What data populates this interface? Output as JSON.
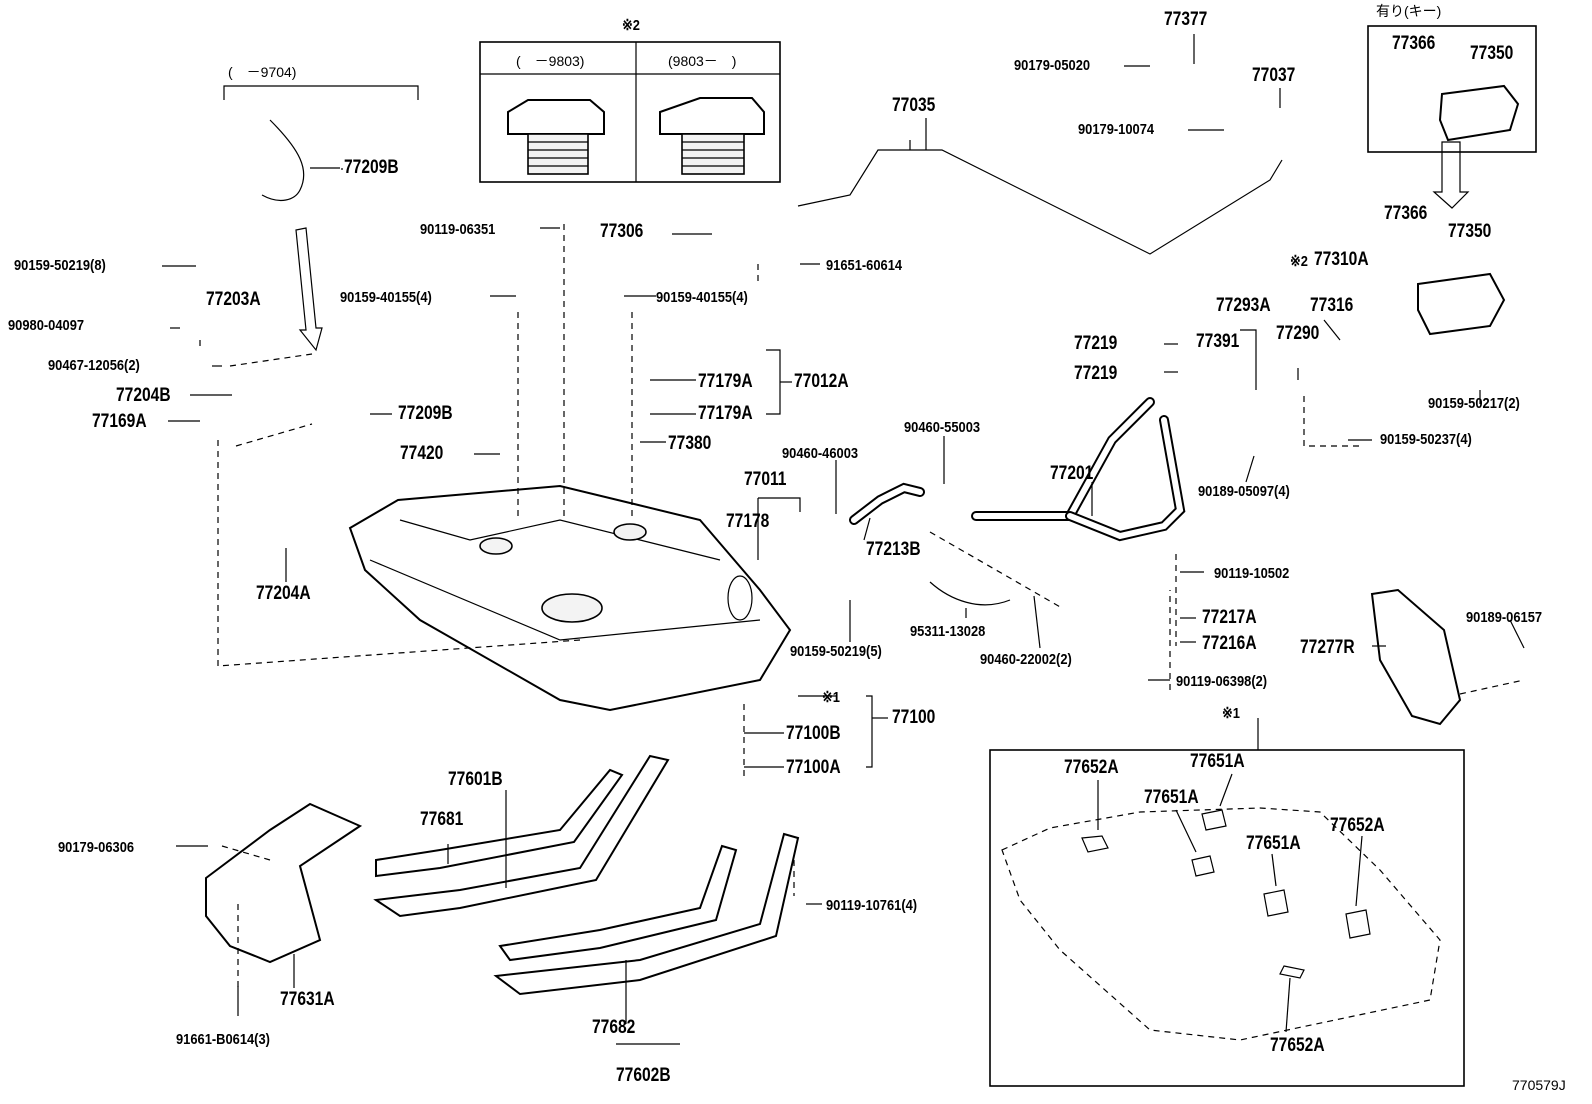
{
  "labels": {
    "note2_top": "※2",
    "range_old": "(　－9803)",
    "range_new": "(9803－　)",
    "range_9704": "(　－9704)",
    "with_key": "有り(キー)",
    "p77377": "77377",
    "p90179_05020": "90179-05020",
    "p77037": "77037",
    "p90179_10074": "90179-10074",
    "p77366_box": "77366",
    "p77350_box": "77350",
    "p77035": "77035",
    "p77209B_top": "77209B",
    "p90119_06351": "90119-06351",
    "p77306": "77306",
    "p91651_60614": "91651-60614",
    "p90159_50219_8": "90159-50219(8)",
    "p90159_40155_4a": "90159-40155(4)",
    "p90159_40155_4b": "90159-40155(4)",
    "p77203A": "77203A",
    "p90980_04097": "90980-04097",
    "p90467_12056": "90467-12056(2)",
    "p77204B": "77204B",
    "p77169A": "77169A",
    "p77209B_mid": "77209B",
    "p77179A_a": "77179A",
    "p77179A_b": "77179A",
    "p77012A": "77012A",
    "p77420": "77420",
    "p77380": "77380",
    "p77204A": "77204A",
    "p77366": "77366",
    "p77350": "77350",
    "note2_b": "※2",
    "p77310A": "77310A",
    "p77293A": "77293A",
    "p77316": "77316",
    "p77219_a": "77219",
    "p77219_b": "77219",
    "p77391": "77391",
    "p77290": "77290",
    "p90159_50217": "90159-50217(2)",
    "p90159_50237": "90159-50237(4)",
    "p90460_55003": "90460-55003",
    "p90460_46003": "90460-46003",
    "p77011": "77011",
    "p77178": "77178",
    "p77213B": "77213B",
    "p77201": "77201",
    "p90189_05097": "90189-05097(4)",
    "p90119_10502": "90119-10502",
    "p77217A": "77217A",
    "p77216A": "77216A",
    "p90189_06157": "90189-06157",
    "p77277R": "77277R",
    "p95311_13028": "95311-13028",
    "p90159_50219_5": "90159-50219(5)",
    "p90460_22002": "90460-22002(2)",
    "p90119_06398": "90119-06398(2)",
    "note1_a": "※1",
    "p77100": "77100",
    "p77100B": "77100B",
    "p77100A": "77100A",
    "note1_b": "※1",
    "p77652A_a": "77652A",
    "p77651A_a": "77651A",
    "p77651A_b": "77651A",
    "p77652A_b": "77652A",
    "p77651A_c": "77651A",
    "p77652A_c": "77652A",
    "p77601B": "77601B",
    "p77681": "77681",
    "p90179_06306": "90179-06306",
    "p90119_10761": "90119-10761(4)",
    "p77631A": "77631A",
    "p91661_B0614": "91661-B0614(3)",
    "p77682": "77682",
    "p77602B": "77602B",
    "diagram_id": "770579J"
  }
}
